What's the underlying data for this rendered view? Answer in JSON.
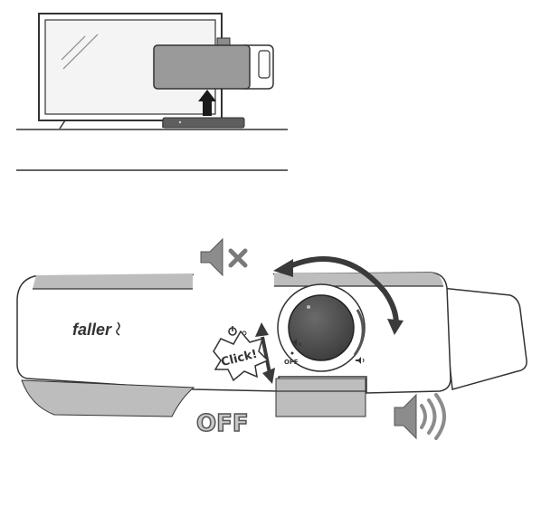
{
  "device": {
    "brand_text": "faller",
    "click_label": "Click!",
    "off_label": "OFF",
    "knob_off_label": "OFF"
  },
  "icons": [
    "tv-icon",
    "speaker-mount-icon",
    "arrow-up-icon",
    "mute-icon",
    "volume-icon",
    "power-icon",
    "rotate-arrow-icon"
  ],
  "colors": {
    "line": "#333333",
    "gray_light": "#bdbdbd",
    "gray_mid": "#8c8c8c",
    "gray_dark": "#5a5a5a",
    "knob": "#4a4a4a",
    "screen": "#f4f4f4"
  }
}
